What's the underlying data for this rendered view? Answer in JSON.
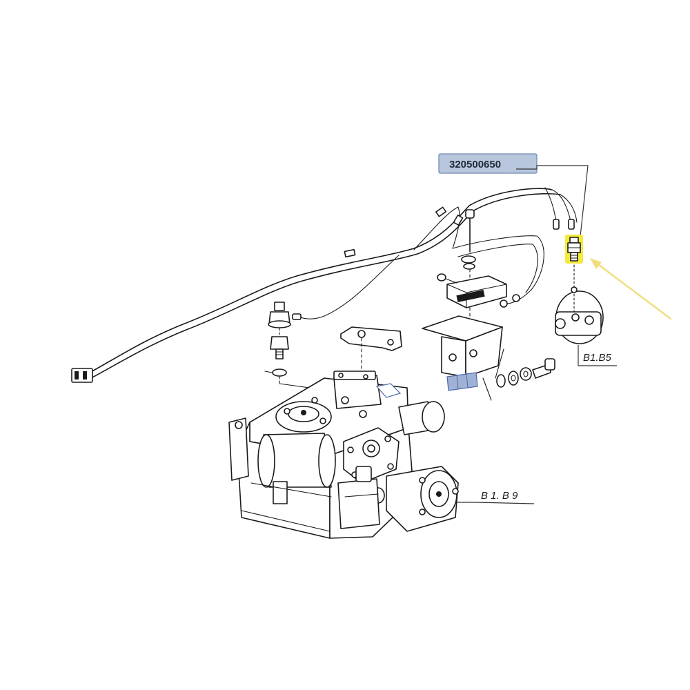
{
  "diagram": {
    "part_number_label": "320500650",
    "reference_labels": {
      "sensor_housing": "B1.B5",
      "pump_assembly": "B 1. B 9"
    },
    "colors": {
      "part_label_background": "#b8c6de",
      "part_label_border": "#6f86ad",
      "highlight": "#f3ea3c",
      "pointer_arrow": "#f2dc7e",
      "line_ink": "#1a1a1a"
    }
  }
}
